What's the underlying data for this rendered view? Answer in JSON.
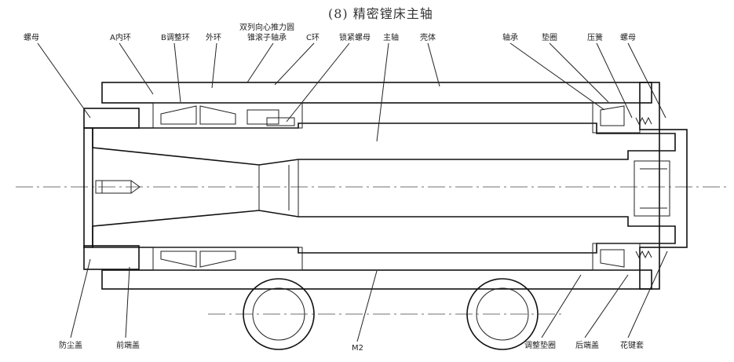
{
  "title": "(8) 精密镗床主轴",
  "labels": {
    "nut_left": "螺母",
    "inner_ring_a": "A内环",
    "adjust_ring_b": "B调整环",
    "outer_ring": "外环",
    "bearing_double_1": "双列向心推力圆",
    "bearing_double_2": "锥滚子轴承",
    "ring_c": "C环",
    "lock_nut": "锁紧螺母",
    "spindle": "主轴",
    "housing": "壳体",
    "bearing": "轴承",
    "washer": "垫圈",
    "spring": "压簧",
    "nut_right": "螺母",
    "dust_cover": "防尘盖",
    "front_cover": "前端盖",
    "m2": "M2",
    "adjust_washer": "调整垫圈",
    "rear_cover": "后端盖",
    "spline_sleeve": "花键套"
  },
  "colors": {
    "line": "#222222",
    "hatch": "#333333",
    "background": "#ffffff"
  }
}
